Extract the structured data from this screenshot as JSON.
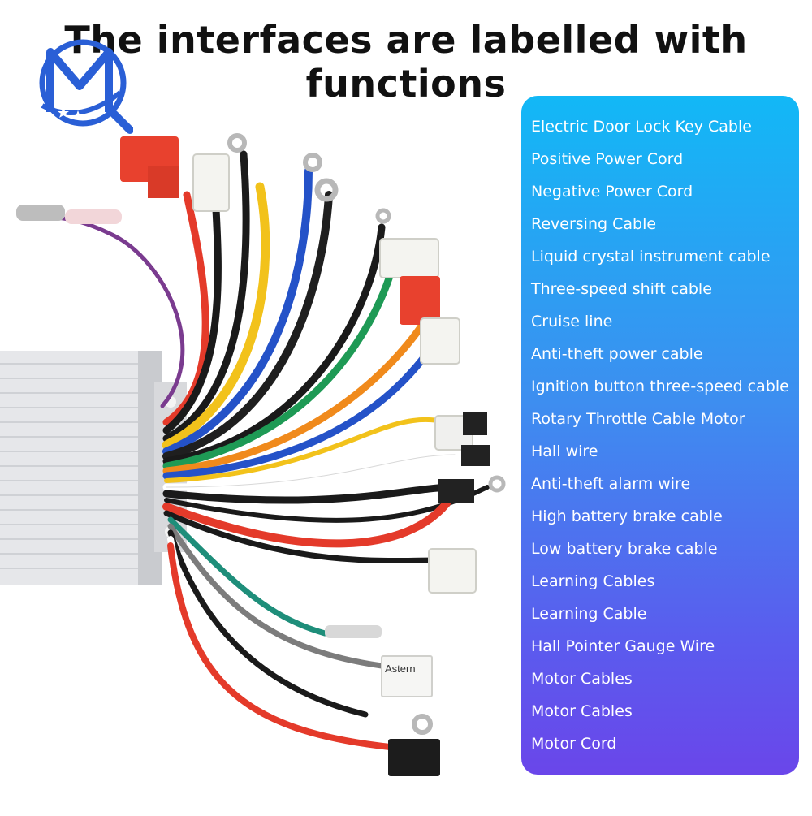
{
  "headline": "The interfaces are labelled with functions",
  "colors": {
    "panel_top": "#12b8f6",
    "panel_bottom": "#6a46ea",
    "logo_blue": "#2a5fd6",
    "text_white": "#ffffff"
  },
  "logo": {
    "icon": "mq-brand-logo"
  },
  "photo": {
    "tag_text": "Astern",
    "subject": "controller-with-wires-photo"
  },
  "labels": [
    "Electric Door Lock Key Cable",
    "Positive Power Cord",
    "Negative Power Cord",
    "Reversing Cable",
    "Liquid crystal instrument cable",
    "Three-speed shift cable",
    "Cruise line",
    "Anti-theft power cable",
    "Ignition button three-speed cable",
    "Rotary Throttle Cable Motor",
    "Hall wire",
    "Anti-theft alarm wire",
    "High battery brake cable",
    "Low battery brake cable",
    "Learning Cables",
    "Learning Cable",
    "Hall Pointer Gauge Wire",
    "Motor Cables",
    "Motor Cables",
    "Motor Cord"
  ]
}
